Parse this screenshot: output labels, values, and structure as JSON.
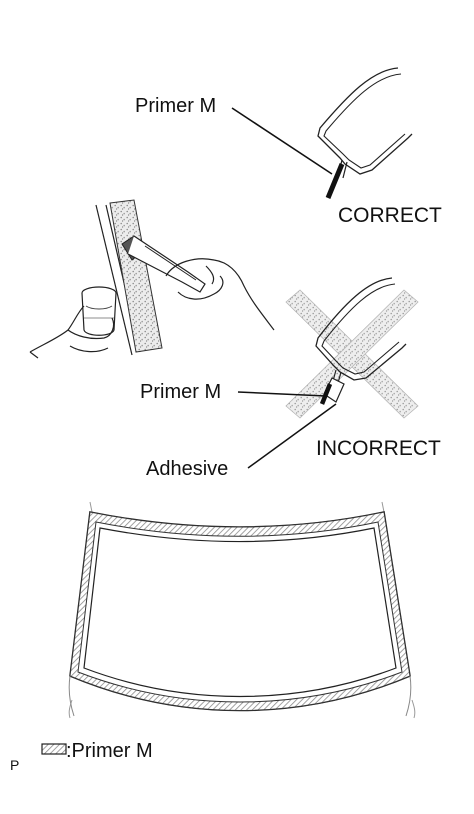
{
  "labels": {
    "primer_top": "Primer M",
    "correct": "CORRECT",
    "primer_mid": "Primer M",
    "adhesive": "Adhesive",
    "incorrect": "INCORRECT",
    "legend": ":Primer M",
    "corner_letter": "P"
  },
  "colors": {
    "ink": "#111111",
    "hatch": "#9a9a9a",
    "stipple": "#bdbdbd",
    "background": "#ffffff"
  },
  "icons": {
    "legend_swatch": "hatched-rectangle-icon",
    "cross": "x-mark-icon"
  }
}
